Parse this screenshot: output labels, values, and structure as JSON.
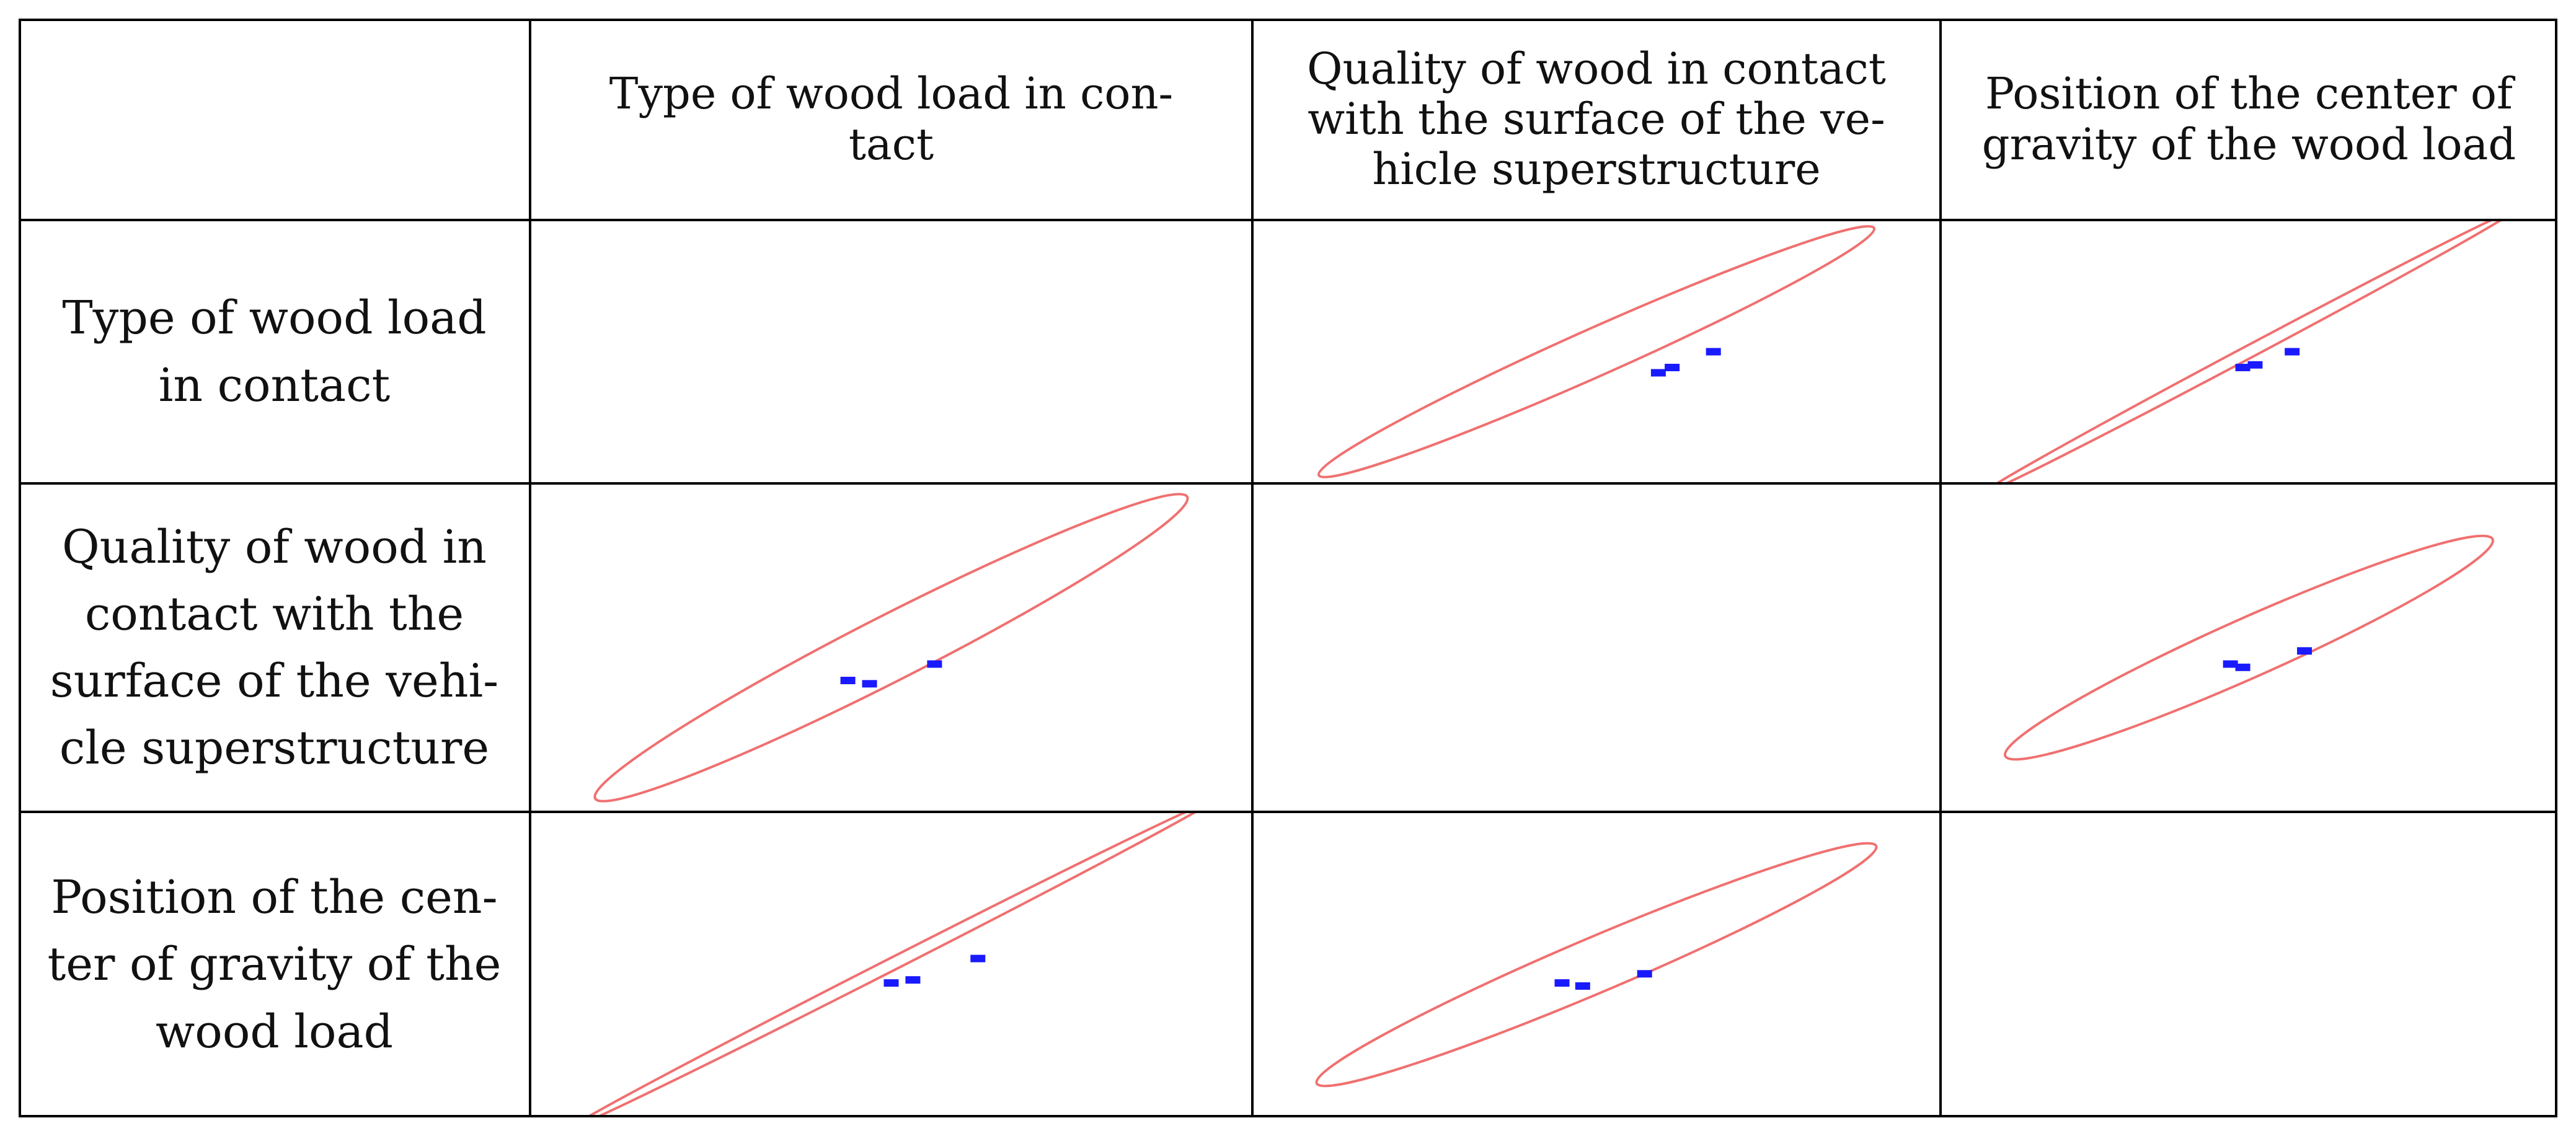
{
  "table": {
    "column_headers": [
      "",
      "Type of wood load in con-\ntact",
      "Quality of wood in contact with the surface of the ve-hicle superstructure",
      "Position of the center of gravity of the wood load"
    ],
    "row_headers": [
      "Type of wood load in contact",
      "Quality of wood in contact with the surface of the vehi-cle superstructure",
      "Position of the cen-ter of gravity of the wood load"
    ]
  },
  "colors": {
    "ellipse": "#f07070",
    "points": "#1a1aff",
    "border": "#000000",
    "background": "#ffffff"
  },
  "chart_data": {
    "type": "scatter",
    "title": "",
    "variables": [
      "Type of wood load in contact",
      "Quality of wood in contact with the surface of the vehicle superstructure",
      "Position of the center of gravity of the wood load"
    ],
    "panels": [
      {
        "row": 0,
        "col": 1,
        "points": [
          [
            0.59,
            0.42
          ],
          [
            0.61,
            0.44
          ],
          [
            0.67,
            0.5
          ]
        ],
        "ellipse": {
          "angle": 24,
          "rx": 0.48,
          "ry": 0.1
        }
      },
      {
        "row": 0,
        "col": 2,
        "points": [
          [
            0.49,
            0.44
          ],
          [
            0.51,
            0.45
          ],
          [
            0.57,
            0.5
          ]
        ],
        "ellipse": {
          "angle": 28,
          "rx": 0.53,
          "ry": 0.015
        }
      },
      {
        "row": 1,
        "col": 0,
        "points": [
          [
            0.44,
            0.4
          ],
          [
            0.47,
            0.39
          ],
          [
            0.56,
            0.45
          ]
        ],
        "ellipse": {
          "angle": 27,
          "rx": 0.5,
          "ry": 0.11
        }
      },
      {
        "row": 1,
        "col": 2,
        "points": [
          [
            0.47,
            0.45
          ],
          [
            0.49,
            0.44
          ],
          [
            0.59,
            0.49
          ]
        ],
        "ellipse": {
          "angle": 24,
          "rx": 0.47,
          "ry": 0.1
        }
      },
      {
        "row": 2,
        "col": 0,
        "points": [
          [
            0.5,
            0.44
          ],
          [
            0.53,
            0.45
          ],
          [
            0.62,
            0.52
          ]
        ],
        "ellipse": {
          "angle": 27,
          "rx": 0.54,
          "ry": 0.015
        }
      },
      {
        "row": 2,
        "col": 1,
        "points": [
          [
            0.45,
            0.44
          ],
          [
            0.48,
            0.43
          ],
          [
            0.57,
            0.47
          ]
        ],
        "ellipse": {
          "angle": 23,
          "rx": 0.48,
          "ry": 0.1
        }
      }
    ]
  }
}
